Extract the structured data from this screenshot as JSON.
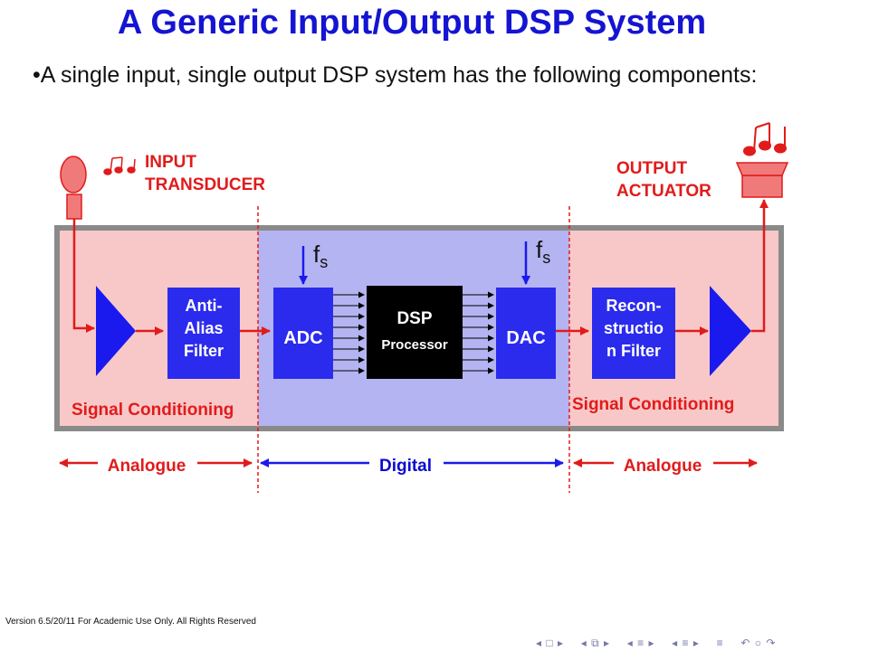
{
  "slide": {
    "title": "A Generic Input/Output DSP System",
    "bullet_mark": "•",
    "bullet_text": "A single input, single output DSP system has the following components:"
  },
  "diagram": {
    "input_label_1": "INPUT",
    "input_label_2": "TRANSDUCER",
    "output_label_1": "OUTPUT",
    "output_label_2": "ACTUATOR",
    "fs_symbol": "f",
    "fs_subscript": "s",
    "anti_alias": [
      "Anti-",
      "Alias",
      "Filter"
    ],
    "adc": "ADC",
    "dsp_line1": "DSP",
    "dsp_line2": "Processor",
    "dac": "DAC",
    "reconstruction": [
      "Recon-",
      "structio",
      "n Filter"
    ],
    "signal_conditioning_left": "Signal Conditioning",
    "signal_conditioning_right": "Signal Conditioning",
    "analogue_left": "Analogue",
    "digital": "Digital",
    "analogue_right": "Analogue",
    "colors": {
      "red": "#e11b1b",
      "blue": "#1a1aee",
      "dark_blue": "#0a0ad0",
      "pink_region": "#f8c8c8",
      "lavender_region": "#b4b4f2",
      "frame": "#8a8a8a",
      "processor": "#000000"
    }
  },
  "footer": {
    "version": "Version 6.5/20/11 For Academic Use Only. All Rights Reserved"
  },
  "nav": {
    "first": "◂",
    "frame": "□",
    "next": "▸",
    "subsection_left": "◂",
    "subsection_icon": "⧉",
    "subsection_right": "▸",
    "section_left": "◂",
    "section_icon": "≡",
    "section_right": "▸",
    "toc_left": "◂",
    "toc_icon": "≡",
    "toc_right": "▸",
    "menu_icon": "≡",
    "undo": "↶",
    "search": "○",
    "redo": "↷"
  }
}
